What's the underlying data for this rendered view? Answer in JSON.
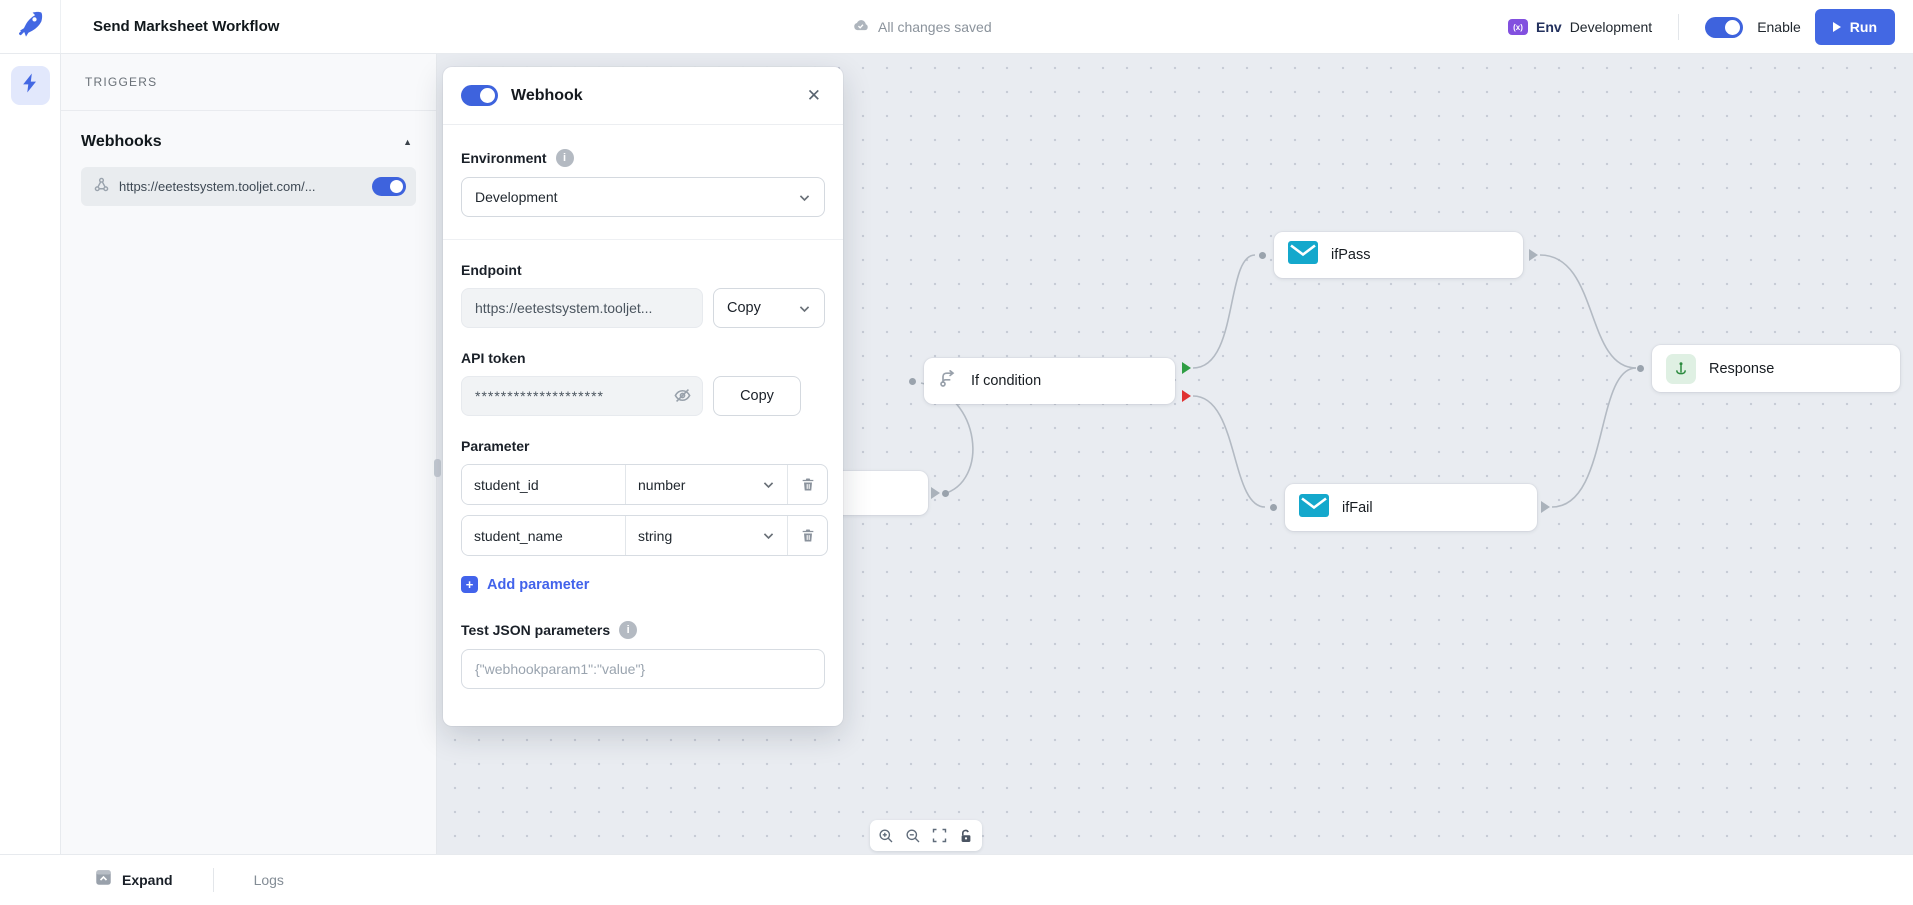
{
  "app": {
    "title": "Send Marksheet Workflow"
  },
  "topbar": {
    "save_status": "All changes saved",
    "env_label": "Env",
    "env_icon_text": "(x)",
    "env_value": "Development",
    "enable_label": "Enable",
    "run_label": "Run"
  },
  "sidebar": {
    "section_title": "TRIGGERS",
    "group_title": "Webhooks",
    "webhook": {
      "url": "https://eetestsystem.tooljet.com/...",
      "enabled": true
    }
  },
  "modal": {
    "title": "Webhook",
    "enabled": true,
    "environment": {
      "label": "Environment",
      "value": "Development"
    },
    "endpoint": {
      "label": "Endpoint",
      "value": "https://eetestsystem.tooljet...",
      "copy_label": "Copy"
    },
    "api_token": {
      "label": "API token",
      "masked_value": "********************",
      "copy_label": "Copy"
    },
    "parameter": {
      "label": "Parameter",
      "rows": [
        {
          "name": "student_id",
          "type": "number"
        },
        {
          "name": "student_name",
          "type": "string"
        }
      ],
      "add_label": "Add parameter"
    },
    "test_json": {
      "label": "Test JSON parameters",
      "placeholder": "{\"webhookparam1\":\"value\"}"
    }
  },
  "canvas": {
    "nodes": [
      {
        "label": "If condition"
      },
      {
        "label": "ifPass"
      },
      {
        "label": "ifFail"
      },
      {
        "label": "Response"
      }
    ]
  },
  "footer": {
    "expand_label": "Expand",
    "logs_label": "Logs"
  },
  "icons": {
    "logo": "rocket-icon",
    "rail": "lightning-icon",
    "status": "cloud-check-icon",
    "webhook_row": "webhook-icon",
    "zoom_controls": [
      "zoom-in-icon",
      "zoom-out-icon",
      "fit-view-icon",
      "lock-icon"
    ]
  },
  "colors": {
    "accent": "#4368e3",
    "toggle_on": "#3e63dd",
    "envelope": "#14a8cc",
    "pass_connector": "#2f9e44",
    "fail_connector": "#e03131",
    "env_icon_bg": "#8250df"
  }
}
